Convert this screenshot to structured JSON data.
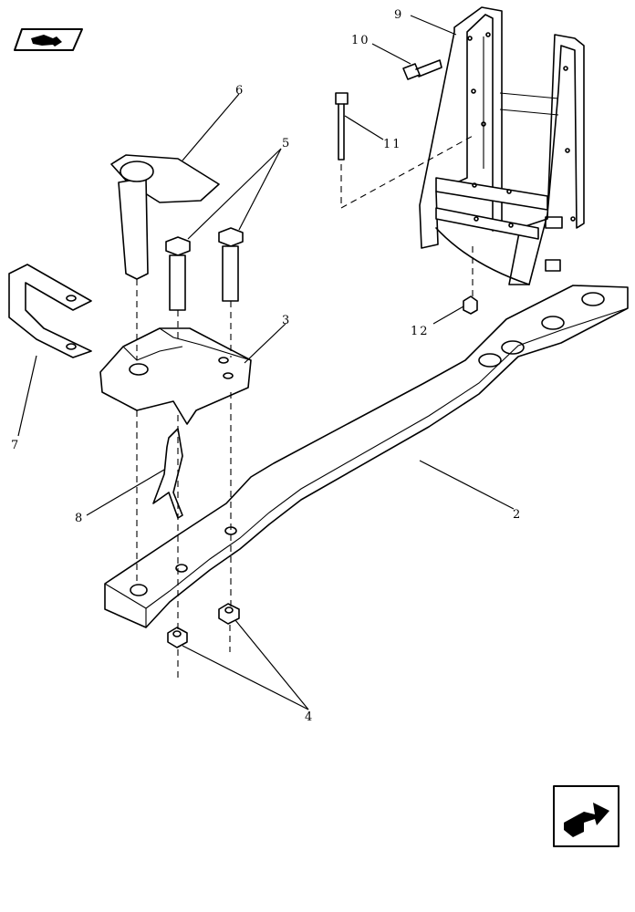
{
  "callouts": {
    "c2": "2",
    "c3": "3",
    "c4": "4",
    "c5": "5",
    "c6": "6",
    "c7": "7",
    "c8": "8",
    "c9": "9",
    "c10": "10",
    "c11": "11",
    "c12": "12"
  },
  "icons": {
    "top_left": "back-arrow-icon",
    "bottom_right": "forward-arrow-icon"
  }
}
